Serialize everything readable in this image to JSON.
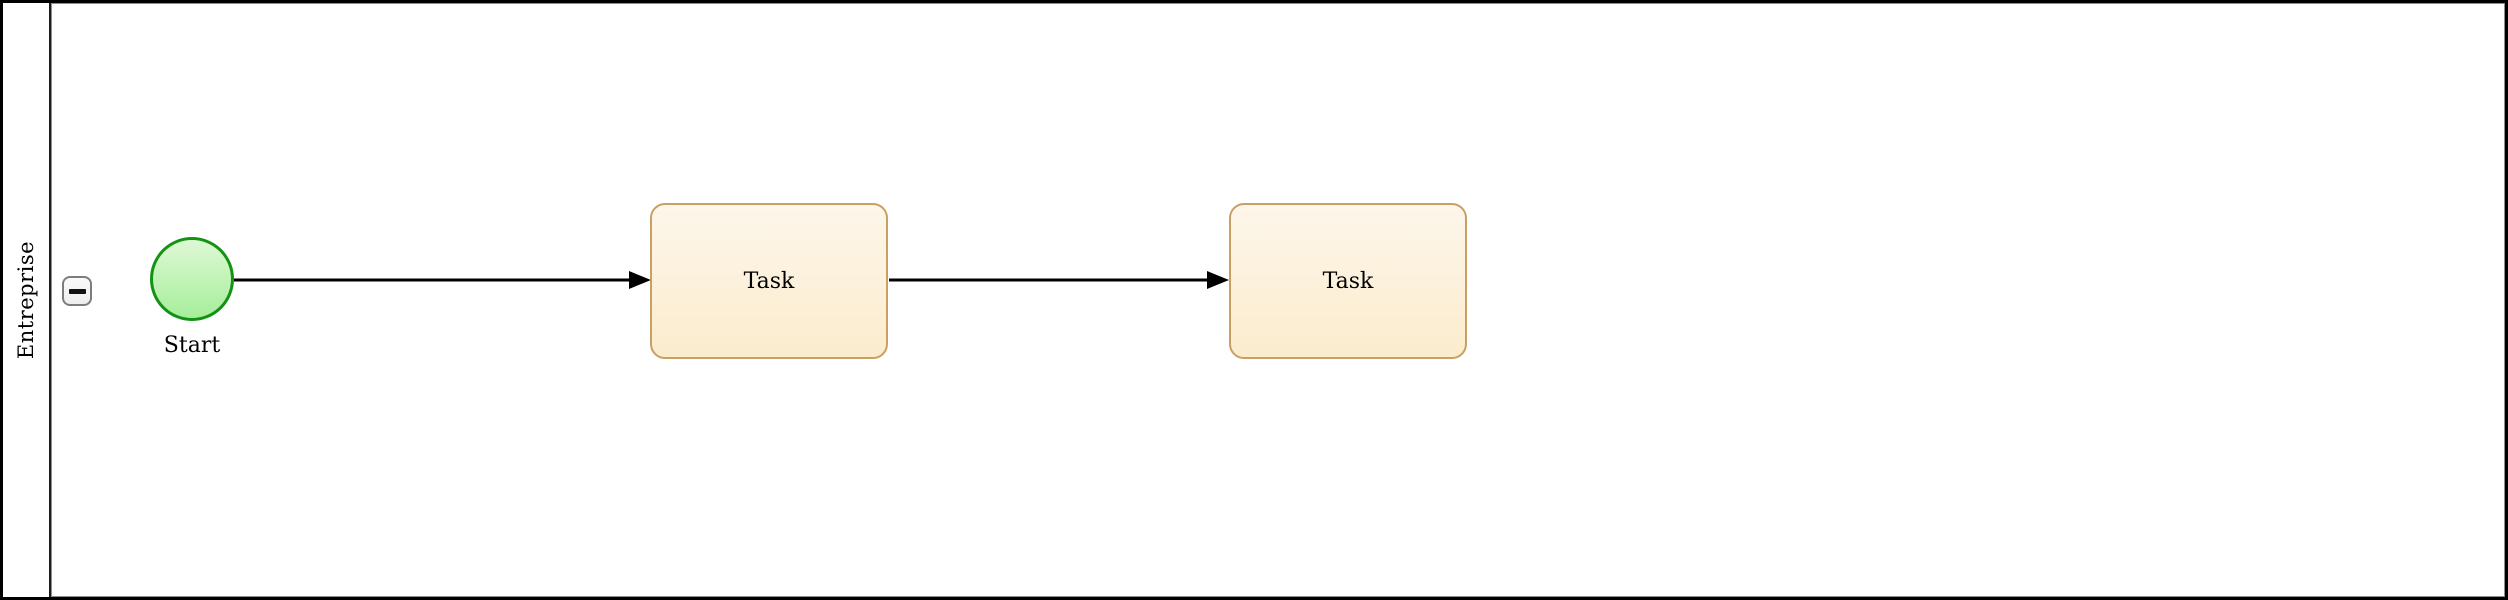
{
  "diagram": {
    "type": "bpmn-process",
    "pool": {
      "label": "Entreprise",
      "collapse_symbol": "−",
      "collapse_state": "expanded"
    },
    "start_event": {
      "label": "Start"
    },
    "tasks": [
      {
        "label": "Task"
      },
      {
        "label": "Task"
      }
    ],
    "colors": {
      "pool_border": "#000000",
      "lane_border": "#8f8f8f",
      "start_stroke": "#129312",
      "start_fill_top": "#def8d5",
      "start_fill_bottom": "#a6ee9b",
      "task_stroke": "#c9a064",
      "task_fill_top": "#fdf6ea",
      "task_fill_bottom": "#fbeccd",
      "connector": "#000000",
      "collapse_button_border": "#7d7d7d"
    }
  }
}
